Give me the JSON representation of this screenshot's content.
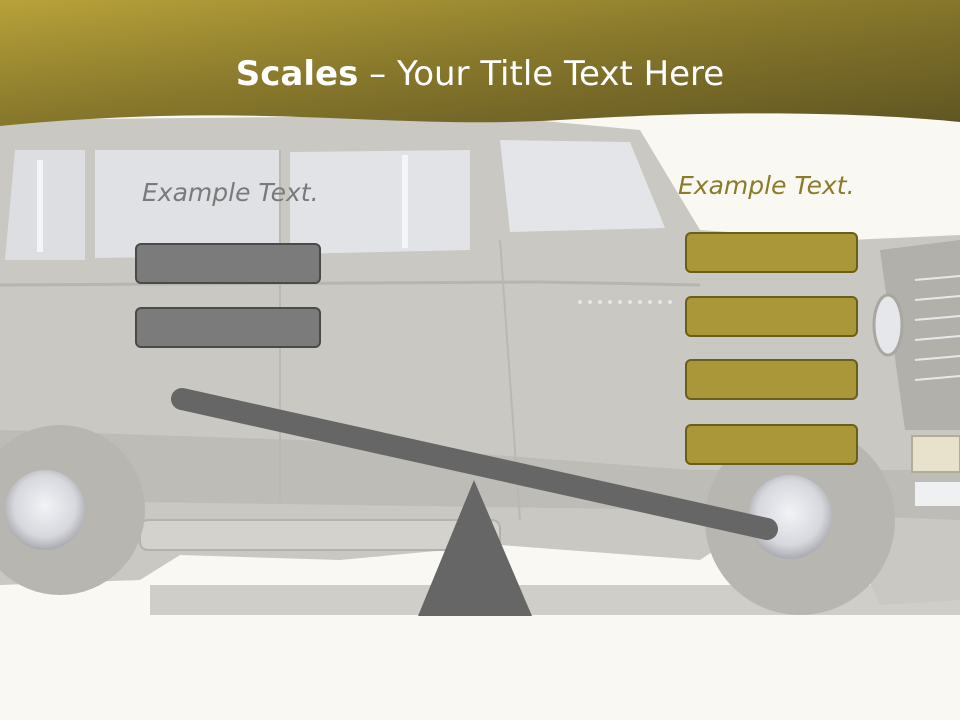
{
  "title": {
    "bold": "Scales",
    "rest": " – Your Title Text Here"
  },
  "left_panel": {
    "label": "Example Text.",
    "boxes": [
      "",
      ""
    ]
  },
  "right_panel": {
    "label": "Example Text.",
    "boxes": [
      "",
      "",
      "",
      ""
    ]
  },
  "colors": {
    "header_dark": "#645a22",
    "header_light": "#b8a23a",
    "gray_box": "#7b7b7b",
    "olive_box": "#a9973a",
    "scale": "#666666",
    "car": "#c9c8c2"
  }
}
